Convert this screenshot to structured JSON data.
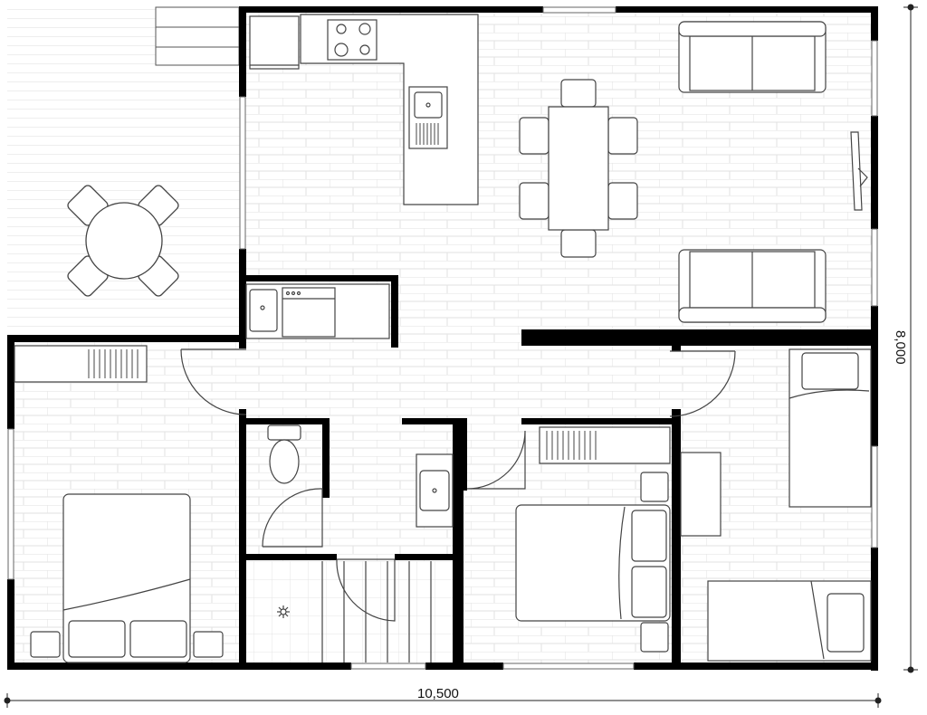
{
  "dimensions": {
    "width": "10,500",
    "height": "8,000"
  },
  "colors": {
    "wall": "#000000",
    "fixture_stroke": "#333333",
    "floor_lines": "#d9d9d9",
    "background": "#ffffff"
  },
  "icons": [
    "sofa",
    "dining-table",
    "chair",
    "bed",
    "toilet",
    "sink",
    "cooktop",
    "shower",
    "radiator",
    "tv"
  ]
}
